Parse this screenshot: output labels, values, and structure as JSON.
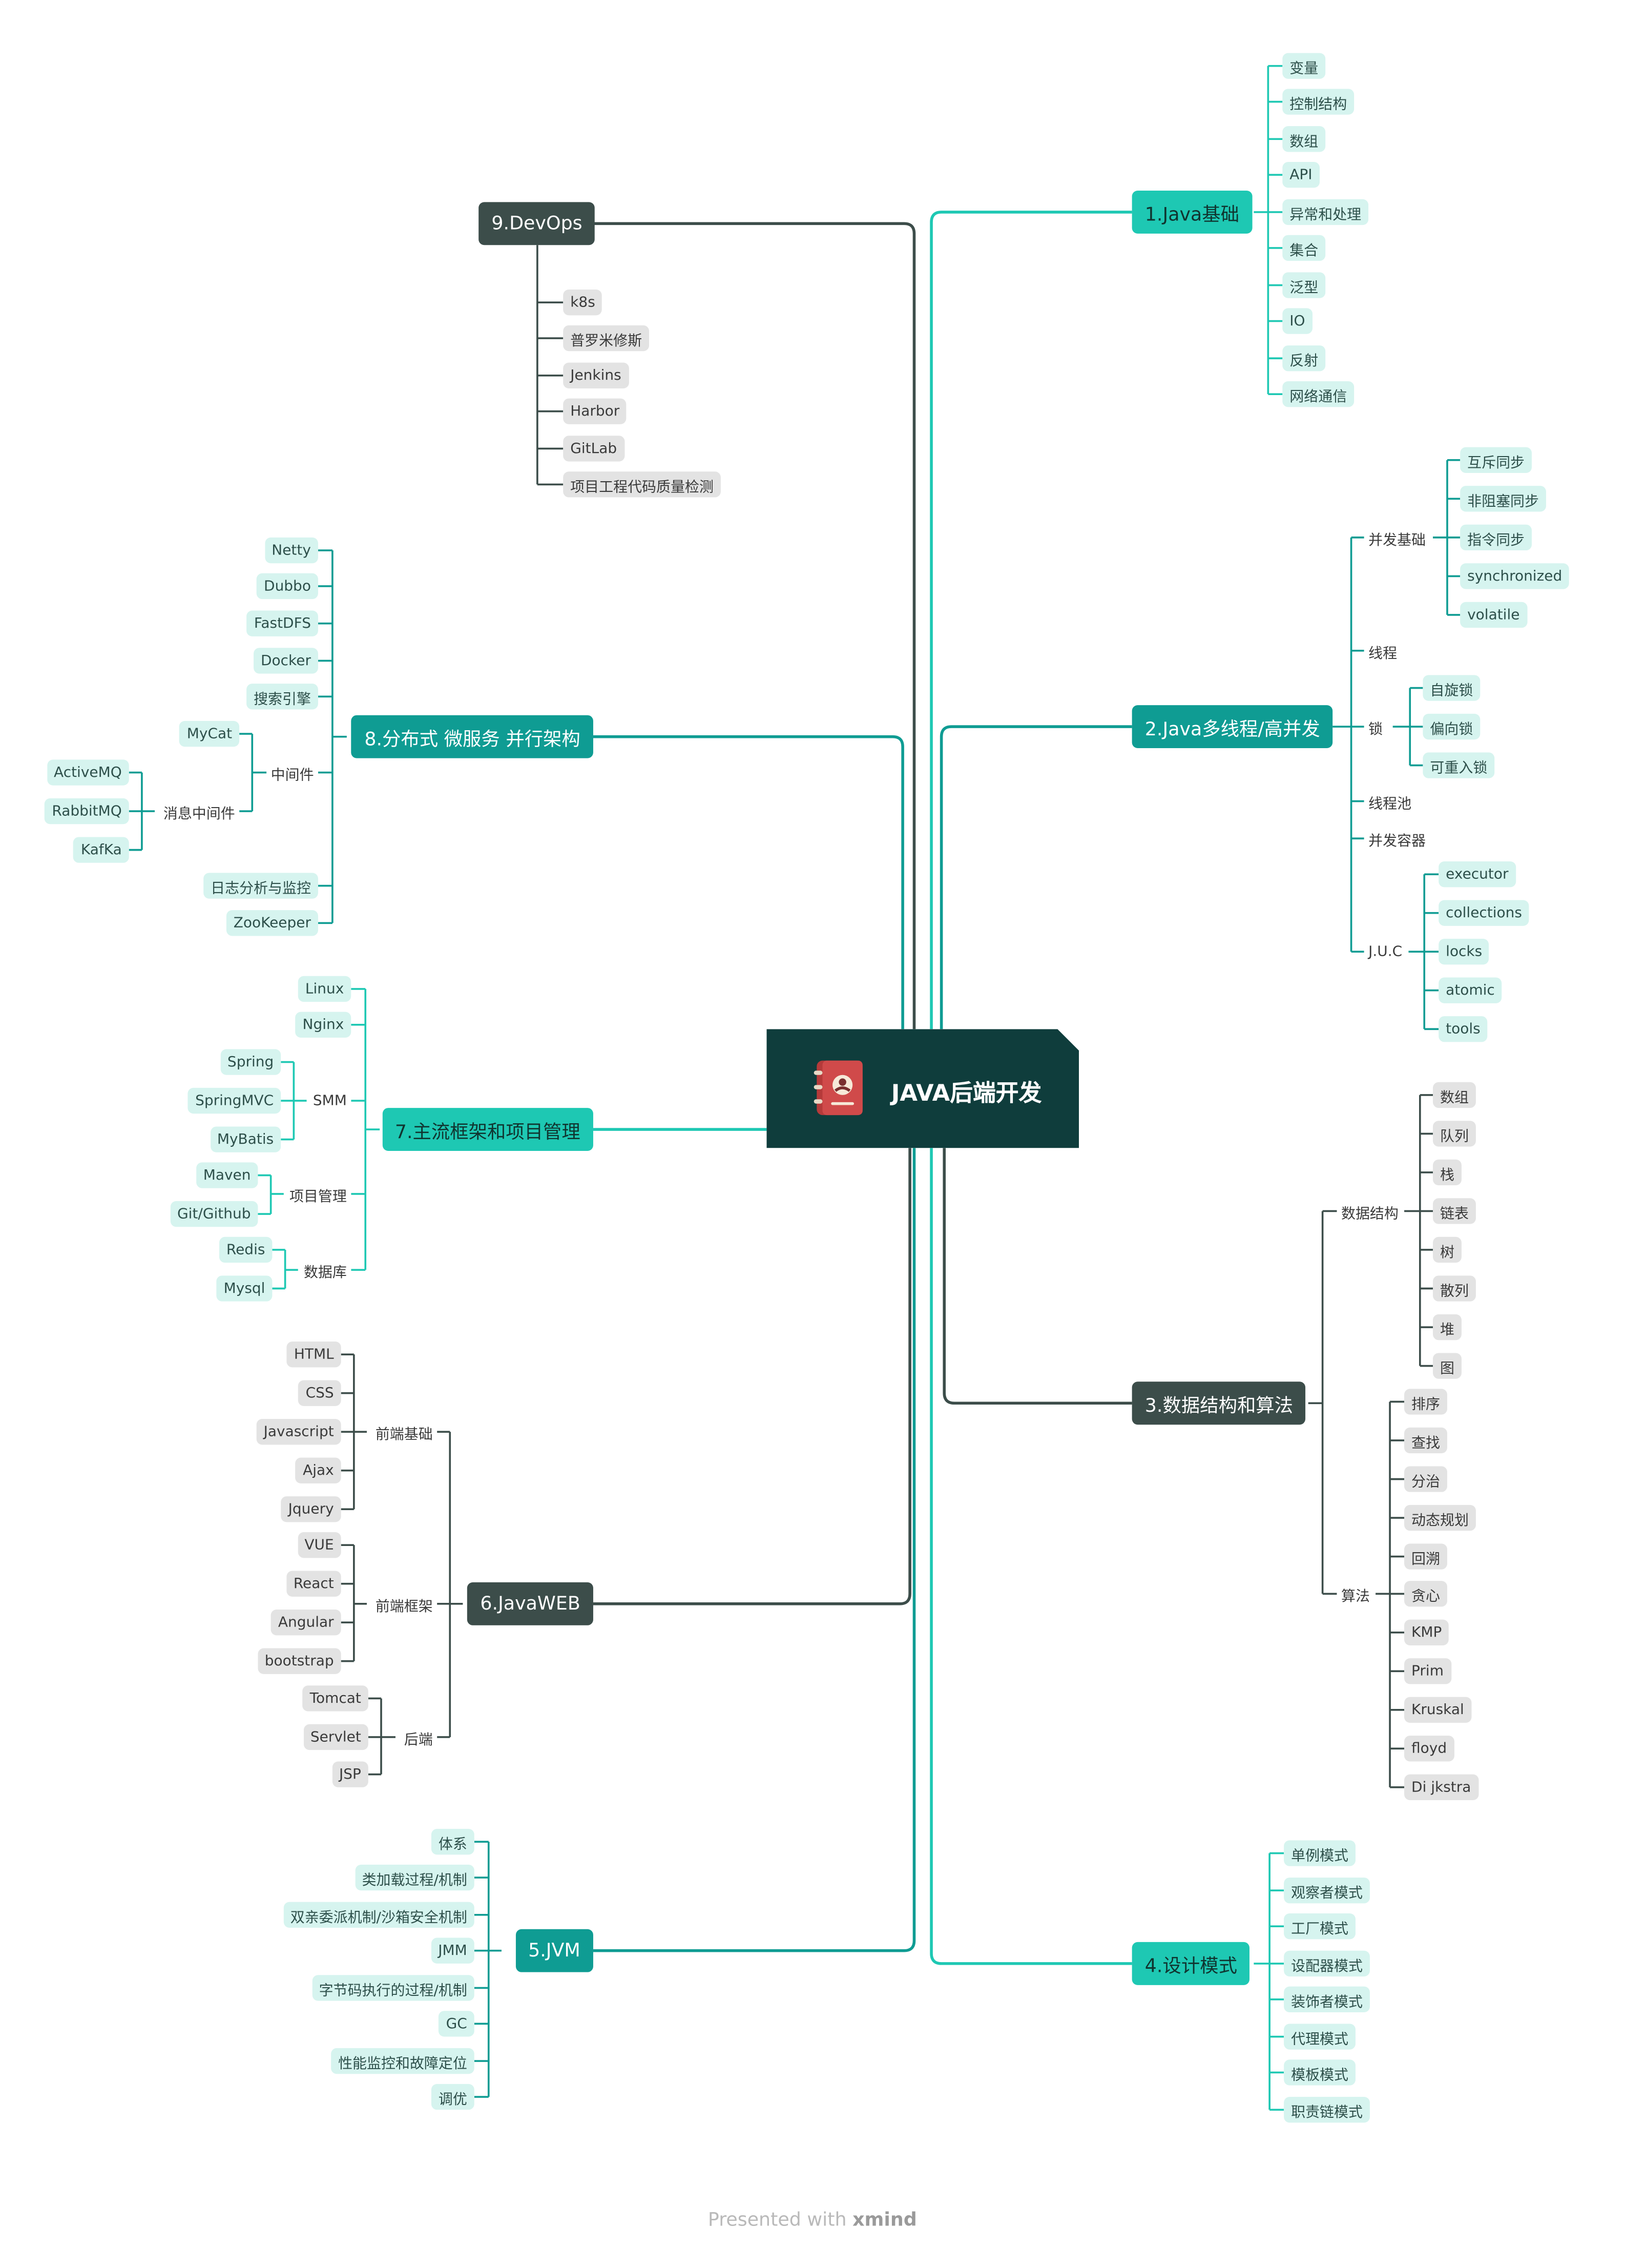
{
  "root": {
    "title": "JAVA后端开发",
    "icon": "notebook-icon"
  },
  "colors": {
    "center": "#0f3d3c",
    "teal": "#1ec8b3",
    "teal_deep": "#0f9c93",
    "slate": "#3c4d4a",
    "leaf_teal": "#d6f4ef",
    "leaf_gray": "#e3e3e3"
  },
  "branches": [
    {
      "label": "1.Java基础",
      "children": [
        "变量",
        "控制结构",
        "数组",
        "API",
        "异常和处理",
        "集合",
        "泛型",
        "IO",
        "反射",
        "网络通信"
      ]
    },
    {
      "label": "2.Java多线程/高并发",
      "children": [
        {
          "label": "并发基础",
          "children": [
            "互斥同步",
            "非阻塞同步",
            "指令同步",
            "synchronized",
            "volatile"
          ]
        },
        {
          "label": "线程"
        },
        {
          "label": "锁",
          "children": [
            "自旋锁",
            "偏向锁",
            "可重入锁"
          ]
        },
        {
          "label": "线程池"
        },
        {
          "label": "并发容器"
        },
        {
          "label": "J.U.C",
          "children": [
            "executor",
            "collections",
            "locks",
            "atomic",
            "tools"
          ]
        }
      ]
    },
    {
      "label": "3.数据结构和算法",
      "children": [
        {
          "label": "数据结构",
          "children": [
            "数组",
            "队列",
            "栈",
            "链表",
            "树",
            "散列",
            "堆",
            "图"
          ]
        },
        {
          "label": "算法",
          "children": [
            "排序",
            "查找",
            "分治",
            "动态规划",
            "回溯",
            "贪心",
            "KMP",
            "Prim",
            "Kruskal",
            "floyd",
            "Di jkstra"
          ]
        }
      ]
    },
    {
      "label": "4.设计模式",
      "children": [
        "单例模式",
        "观察者模式",
        "工厂模式",
        "设配器模式",
        "装饰者模式",
        "代理模式",
        "模板模式",
        "职责链模式"
      ]
    },
    {
      "label": "5.JVM",
      "children": [
        "体系",
        "类加载过程/机制",
        "双亲委派机制/沙箱安全机制",
        "JMM",
        "字节码执行的过程/机制",
        "GC",
        "性能监控和故障定位",
        "调优"
      ]
    },
    {
      "label": "6.JavaWEB",
      "children": [
        {
          "label": "前端基础",
          "children": [
            "HTML",
            "CSS",
            "Javascript",
            "Ajax",
            "Jquery"
          ]
        },
        {
          "label": "前端框架",
          "children": [
            "VUE",
            "React",
            "Angular",
            "bootstrap"
          ]
        },
        {
          "label": "后端",
          "children": [
            "Tomcat",
            "Servlet",
            "JSP"
          ]
        }
      ]
    },
    {
      "label": "7.主流框架和项目管理",
      "children": [
        {
          "label": "Linux"
        },
        {
          "label": "Nginx"
        },
        {
          "label": "SMM",
          "children": [
            "Spring",
            "SpringMVC",
            "MyBatis"
          ]
        },
        {
          "label": "项目管理",
          "children": [
            "Maven",
            "Git/Github"
          ]
        },
        {
          "label": "数据库",
          "children": [
            "Redis",
            "Mysql"
          ]
        }
      ]
    },
    {
      "label": "8.分布式 微服务 并行架构",
      "children": [
        {
          "label": "Netty"
        },
        {
          "label": "Dubbo"
        },
        {
          "label": "FastDFS"
        },
        {
          "label": "Docker"
        },
        {
          "label": "搜索引擎"
        },
        {
          "label": "中间件",
          "children": [
            {
              "label": "MyCat"
            },
            {
              "label": "消息中间件",
              "children": [
                "ActiveMQ",
                "RabbitMQ",
                "KafKa"
              ]
            }
          ]
        },
        {
          "label": "日志分析与监控"
        },
        {
          "label": "ZooKeeper"
        }
      ]
    },
    {
      "label": "9.DevOps",
      "children": [
        "k8s",
        "普罗米修斯",
        "Jenkins",
        "Harbor",
        "GitLab",
        "项目工程代码质量检测"
      ]
    }
  ],
  "footer": {
    "prefix": "Presented with ",
    "brand": "xmind"
  }
}
